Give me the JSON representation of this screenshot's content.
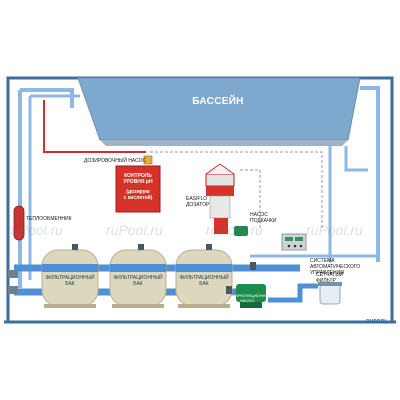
{
  "diagram": {
    "pool": {
      "title": "БАССЕЙН"
    },
    "dosing_pump": {
      "label": "ДОЗИРОВОЧНЫЙ НАСОС"
    },
    "ph_controller": {
      "line1": "КОНТРОЛЬ",
      "line2": "УРОВНЯ pH",
      "line3": "(дозирую",
      "line4": "с кислотой)"
    },
    "heat_exchanger": {
      "label": "ТЕПЛООБМЕННИК"
    },
    "easiflo": {
      "line1": "EASIFLO",
      "line2": "ДОЗАТОР"
    },
    "booster_pump": {
      "line1": "НАСОС",
      "line2": "ПОДКАЧКИ"
    },
    "tanks": [
      {
        "line1": "ФИЛЬТРАЦИОННЫЙ",
        "line2": "БАК"
      },
      {
        "line1": "ФИЛЬТРАЦИОННЫЙ",
        "line2": "БАК"
      },
      {
        "line1": "ФИЛЬТРАЦИОННЫЙ",
        "line2": "БАК"
      }
    ],
    "circulation_pump": {
      "line1": "ЦИРКУЛЯЦИОННЫЙ",
      "line2": "НАСОС"
    },
    "control_system": {
      "line1": "СИСТЕМА",
      "line2": "АВТОМАТИЧЕСКОГО",
      "line3": "УПРАВЛЕНИЯ"
    },
    "strainer": {
      "line1": "СЕТЧАТЫЙ",
      "line2": "ФИЛЬТР"
    },
    "brand": "RUPOOL",
    "watermark": "ruPool.ru"
  },
  "colors": {
    "pool_water": "#7fa8cf",
    "pool_wall": "#9fb3c6",
    "pipe": "#4f8fd6",
    "pipe_dark": "#2d6fb8",
    "hot_pipe": "#d22f2f",
    "tank": "#ddd7be",
    "ph_box": "#d6322a",
    "pump_green": "#1f8c4f",
    "wall": "#3c6f9e"
  }
}
